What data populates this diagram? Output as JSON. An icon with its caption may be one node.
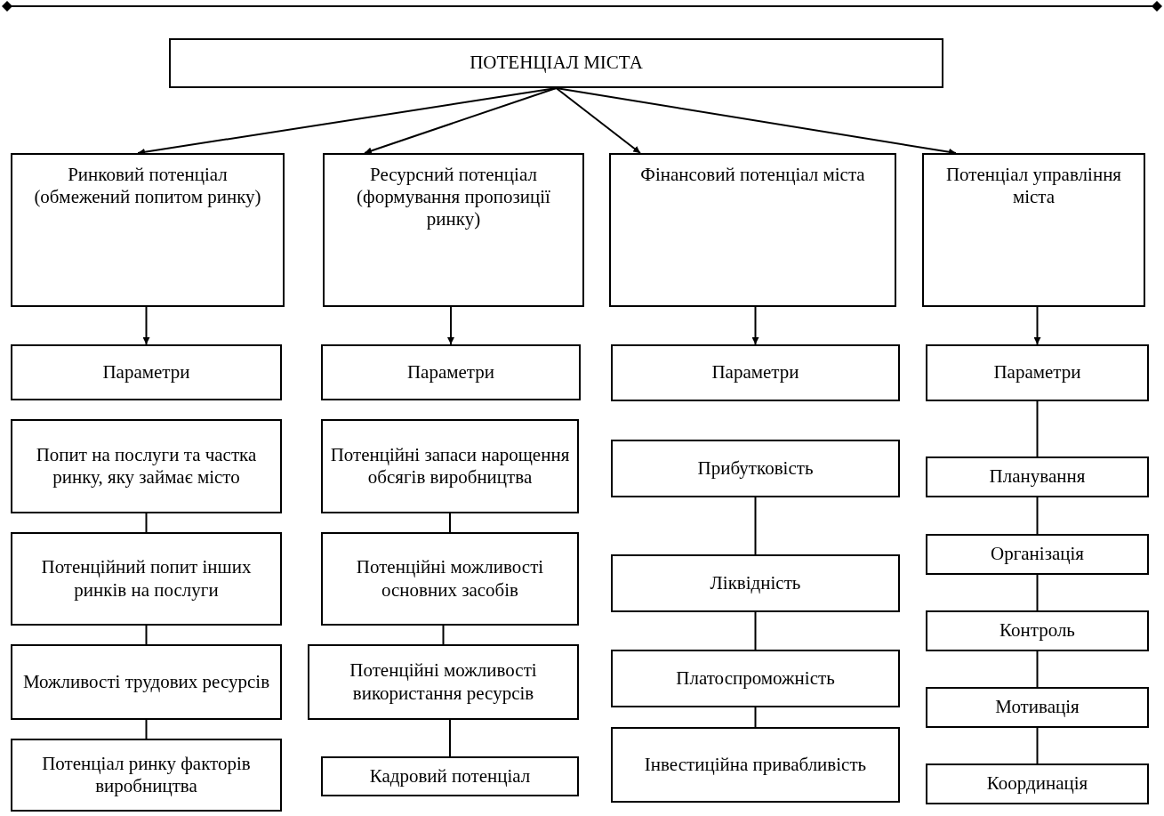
{
  "diagram": {
    "nodes": [
      {
        "text": [
          "ПОТЕНЦІАЛ МІСТА"
        ]
      },
      {
        "text": [
          "Ринковий потенціал (обмежений попитом ринку)"
        ]
      },
      {
        "text": [
          "Ресурсний потенціал (формування пропозиції ринку)"
        ]
      },
      {
        "text": [
          "Фінансовий потенціал міста"
        ]
      },
      {
        "text": [
          "Потенціал управління міста"
        ]
      },
      {
        "text": [
          "Параметри"
        ]
      },
      {
        "text": [
          "Параметри"
        ]
      },
      {
        "text": [
          "Параметри"
        ]
      },
      {
        "text": [
          "Параметри"
        ]
      },
      {
        "text": [
          "Попит на послуги та частка ринку, яку займає місто"
        ]
      },
      {
        "text": [
          "Потенційний попит інших ринків на послуги"
        ]
      },
      {
        "text": [
          "Можливості трудових ресурсів"
        ]
      },
      {
        "text": [
          "Потенціал ринку факторів виробництва"
        ]
      },
      {
        "text": [
          "Потенційні запаси нарощення обсягів виробництва"
        ]
      },
      {
        "text": [
          "Потенційні можливості основних засобів"
        ]
      },
      {
        "text": [
          "Потенційні можливості використання ресурсів"
        ]
      },
      {
        "text": [
          "Кадровий потенціал"
        ]
      },
      {
        "text": [
          "Прибутковість"
        ]
      },
      {
        "text": [
          "Ліквідність"
        ]
      },
      {
        "text": [
          "Платоспроможність"
        ]
      },
      {
        "text": [
          "Інвестиційна привабливість"
        ]
      },
      {
        "text": [
          "Планування"
        ]
      },
      {
        "text": [
          "Організація"
        ]
      },
      {
        "text": [
          "Контроль"
        ]
      },
      {
        "text": [
          "Мотивація"
        ]
      },
      {
        "text": [
          "Координація"
        ]
      }
    ],
    "edges": [
      {
        "from": 0,
        "to": 1,
        "arrow": "to"
      },
      {
        "from": 0,
        "to": 2,
        "arrow": "to"
      },
      {
        "from": 0,
        "to": 3,
        "arrow": "to"
      },
      {
        "from": 0,
        "to": 4,
        "arrow": "to"
      },
      {
        "from": 1,
        "to": 5,
        "arrow": "to"
      },
      {
        "from": 2,
        "to": 6,
        "arrow": "to"
      },
      {
        "from": 3,
        "to": 7,
        "arrow": "to"
      },
      {
        "from": 4,
        "to": 8,
        "arrow": "to"
      },
      {
        "from": 9,
        "to": 10,
        "arrow": "none"
      },
      {
        "from": 10,
        "to": 11,
        "arrow": "none"
      },
      {
        "from": 11,
        "to": 12,
        "arrow": "none"
      },
      {
        "from": 13,
        "to": 14,
        "arrow": "none"
      },
      {
        "from": 14,
        "to": 15,
        "arrow": "none"
      },
      {
        "from": 15,
        "to": 16,
        "arrow": "none"
      },
      {
        "from": 17,
        "to": 18,
        "arrow": "none"
      },
      {
        "from": 18,
        "to": 19,
        "arrow": "none"
      },
      {
        "from": 19,
        "to": 20,
        "arrow": "none"
      },
      {
        "from": 8,
        "to": 21,
        "arrow": "none"
      },
      {
        "from": 21,
        "to": 22,
        "arrow": "none"
      },
      {
        "from": 22,
        "to": 23,
        "arrow": "none"
      },
      {
        "from": 23,
        "to": 24,
        "arrow": "none"
      },
      {
        "from": 24,
        "to": 25,
        "arrow": "none"
      }
    ]
  }
}
